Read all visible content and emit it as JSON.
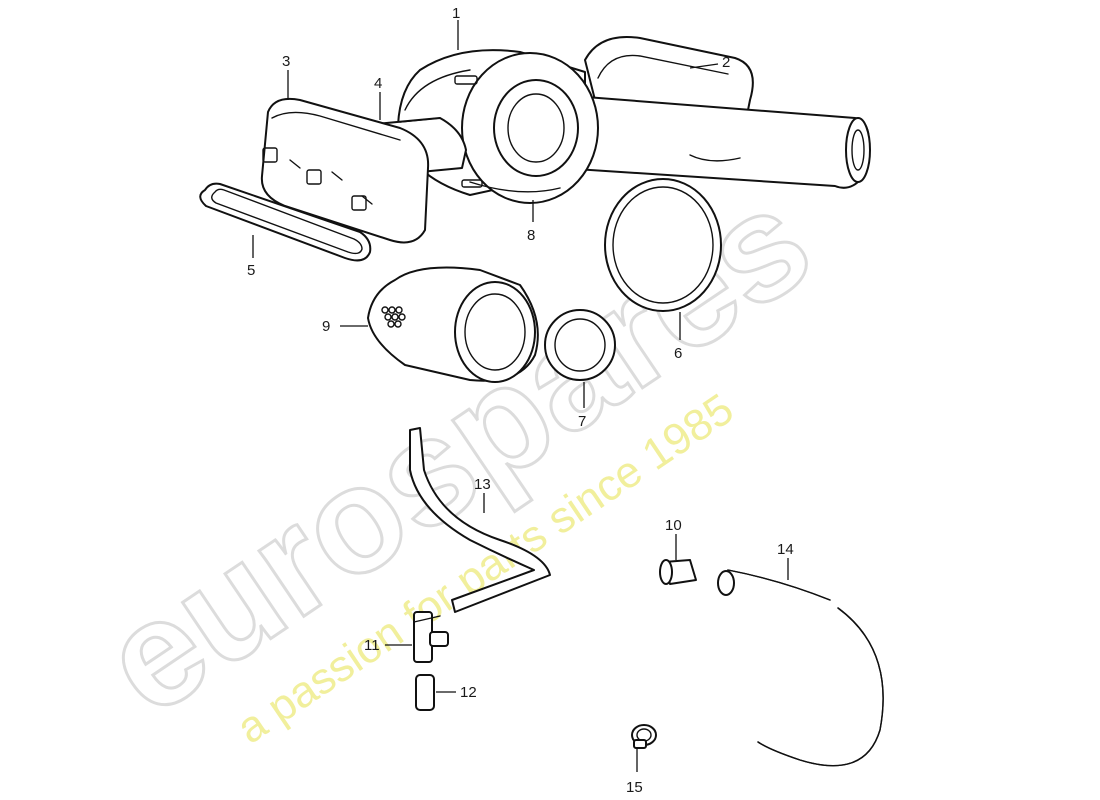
{
  "watermark": {
    "logo_text": "eurospares",
    "tagline": "a passion for parts since 1985",
    "logo_color": "#dcdcdc",
    "tagline_color": "#f1ef9c"
  },
  "callouts": {
    "c1": "1",
    "c2": "2",
    "c3": "3",
    "c4": "4",
    "c5": "5",
    "c6": "6",
    "c7": "7",
    "c8": "8",
    "c9": "9",
    "c10": "10",
    "c11": "11",
    "c12": "12",
    "c13": "13",
    "c14": "14",
    "c15": "15"
  },
  "colors": {
    "line": "#111111",
    "background": "#ffffff"
  }
}
